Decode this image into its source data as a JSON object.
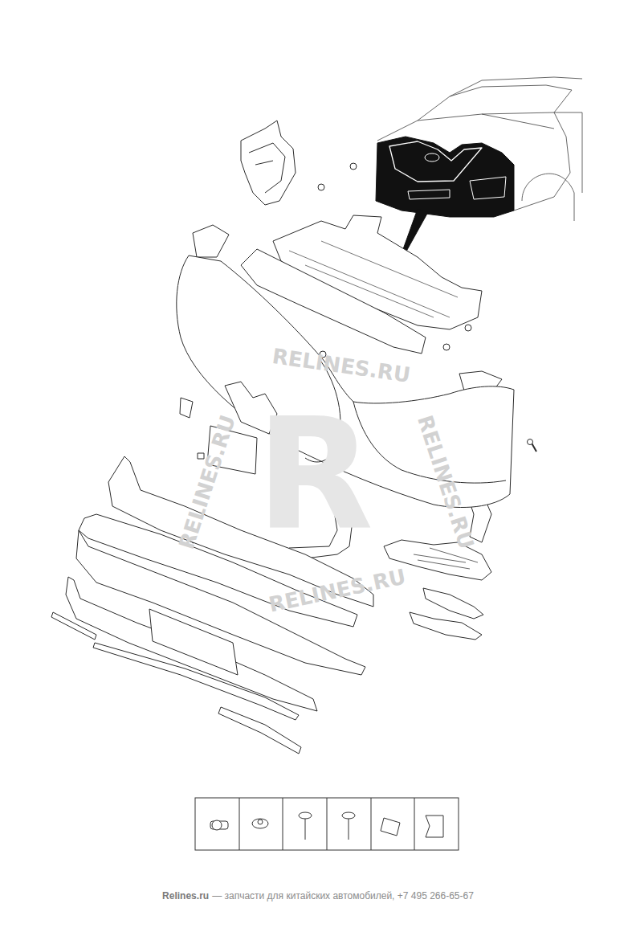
{
  "diagram": {
    "labels": [
      "RELINES.RU",
      "RELINES.RU",
      "RELINES.RU",
      "RELINES.RU",
      "R",
      "Relines.ru",
      "— запчасти для китайских автомобилей, +7 495 266-65-67"
    ]
  }
}
